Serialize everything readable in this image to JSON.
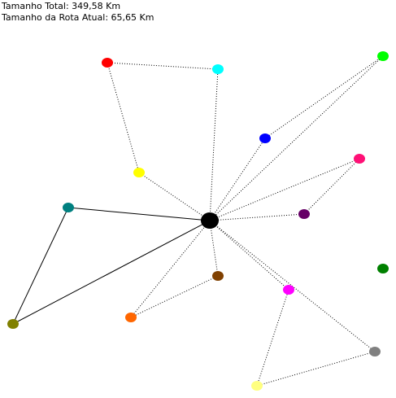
{
  "info": {
    "total_distance": "Tamanho Total: 349,58 Km",
    "current_route_distance": "Tamanho da Rota Atual: 65,65 Km"
  },
  "nodes": [
    {
      "name": "depot",
      "color": "#000000"
    },
    {
      "name": "red",
      "color": "#ff0000"
    },
    {
      "name": "cyan",
      "color": "#00ffff"
    },
    {
      "name": "green",
      "color": "#00ff00"
    },
    {
      "name": "blue",
      "color": "#0000ff"
    },
    {
      "name": "pink",
      "color": "#ff1076"
    },
    {
      "name": "yellow",
      "color": "#ffff00"
    },
    {
      "name": "teal",
      "color": "#008080"
    },
    {
      "name": "purple",
      "color": "#660066"
    },
    {
      "name": "olive",
      "color": "#808000"
    },
    {
      "name": "brown",
      "color": "#804000"
    },
    {
      "name": "dark-green",
      "color": "#008000"
    },
    {
      "name": "magenta",
      "color": "#ff00ff"
    },
    {
      "name": "orange",
      "color": "#ff6600"
    },
    {
      "name": "gray",
      "color": "#808080"
    },
    {
      "name": "light-yellow",
      "color": "#ffff80"
    }
  ],
  "routes": {
    "completed": [
      [
        "depot",
        "yellow",
        "red",
        "cyan",
        "depot"
      ],
      [
        "depot",
        "blue",
        "green",
        "depot"
      ],
      [
        "depot",
        "pink",
        "purple",
        "depot"
      ],
      [
        "depot",
        "brown",
        "orange",
        "depot"
      ],
      [
        "depot",
        "magenta",
        "light-yellow",
        "gray",
        "depot"
      ]
    ],
    "current": [
      "depot",
      "teal",
      "olive",
      "depot"
    ]
  },
  "unvisited": [
    "dark-green"
  ]
}
